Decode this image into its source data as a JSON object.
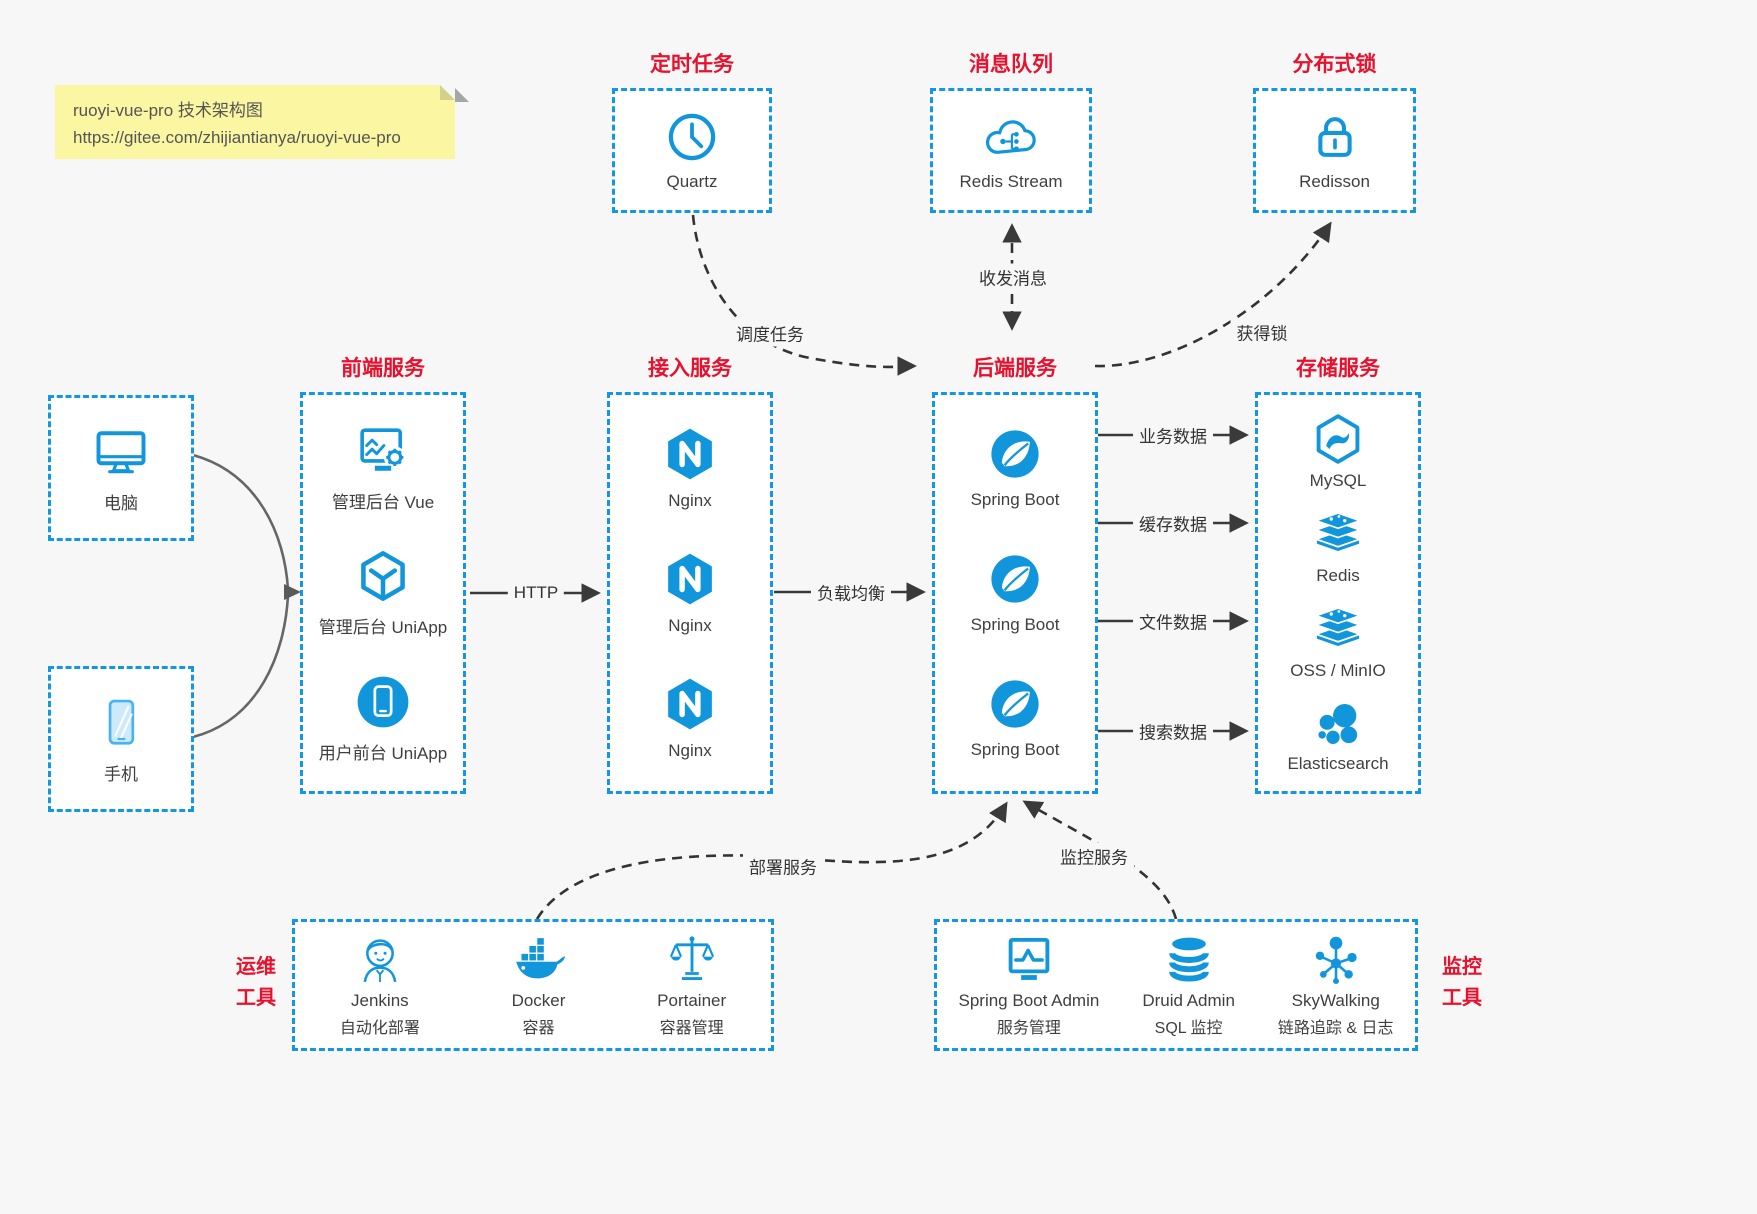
{
  "colors": {
    "accent_blue": "#1296db",
    "border_blue": "#1197e6",
    "title_red": "#e8112d",
    "note_bg": "#faf6a1",
    "arrow_dark": "#3a3a3a",
    "arrow_gray": "#666666",
    "canvas_bg": "#f7f7f7"
  },
  "note": {
    "line1": "ruoyi-vue-pro 技术架构图",
    "line2": "https://gitee.com/zhijiantianya/ruoyi-vue-pro"
  },
  "top_groups": [
    {
      "title": "定时任务",
      "item": {
        "label": "Quartz",
        "icon": "clock-icon"
      }
    },
    {
      "title": "消息队列",
      "item": {
        "label": "Redis Stream",
        "icon": "cloud-mq-icon"
      }
    },
    {
      "title": "分布式锁",
      "item": {
        "label": "Redisson",
        "icon": "lock-icon"
      }
    }
  ],
  "clients": [
    {
      "label": "电脑",
      "icon": "desktop-icon"
    },
    {
      "label": "手机",
      "icon": "phone-icon"
    }
  ],
  "columns": [
    {
      "title": "前端服务",
      "items": [
        {
          "label": "管理后台 Vue",
          "icon": "admin-vue-icon"
        },
        {
          "label": "管理后台 UniApp",
          "icon": "uniapp-cube-icon"
        },
        {
          "label": "用户前台 UniApp",
          "icon": "mobile-app-icon"
        }
      ]
    },
    {
      "title": "接入服务",
      "items": [
        {
          "label": "Nginx",
          "icon": "nginx-icon"
        },
        {
          "label": "Nginx",
          "icon": "nginx-icon"
        },
        {
          "label": "Nginx",
          "icon": "nginx-icon"
        }
      ]
    },
    {
      "title": "后端服务",
      "items": [
        {
          "label": "Spring Boot",
          "icon": "spring-icon"
        },
        {
          "label": "Spring Boot",
          "icon": "spring-icon"
        },
        {
          "label": "Spring Boot",
          "icon": "spring-icon"
        }
      ]
    },
    {
      "title": "存储服务",
      "items": [
        {
          "label": "MySQL",
          "icon": "mysql-icon"
        },
        {
          "label": "Redis",
          "icon": "redis-stack-icon"
        },
        {
          "label": "OSS / MinIO",
          "icon": "oss-minio-icon"
        },
        {
          "label": "Elasticsearch",
          "icon": "elasticsearch-icon"
        }
      ]
    }
  ],
  "bottom_groups": [
    {
      "label_line1": "运维",
      "label_line2": "工具",
      "items": [
        {
          "name": "Jenkins",
          "desc": "自动化部署",
          "icon": "jenkins-icon"
        },
        {
          "name": "Docker",
          "desc": "容器",
          "icon": "docker-icon"
        },
        {
          "name": "Portainer",
          "desc": "容器管理",
          "icon": "portainer-icon"
        }
      ]
    },
    {
      "label_line1": "监控",
      "label_line2": "工具",
      "items": [
        {
          "name": "Spring Boot Admin",
          "desc": "服务管理",
          "icon": "spring-boot-admin-icon"
        },
        {
          "name": "Druid Admin",
          "desc": "SQL 监控",
          "icon": "druid-icon"
        },
        {
          "name": "SkyWalking",
          "desc": "链路追踪 & 日志",
          "icon": "skywalking-icon"
        }
      ]
    }
  ],
  "edges": {
    "http": "HTTP",
    "load_balance": "负载均衡",
    "business_data": "业务数据",
    "cache_data": "缓存数据",
    "file_data": "文件数据",
    "search_data": "搜索数据",
    "schedule": "调度任务",
    "messaging": "收发消息",
    "lock": "获得锁",
    "deploy": "部署服务",
    "monitor": "监控服务"
  }
}
